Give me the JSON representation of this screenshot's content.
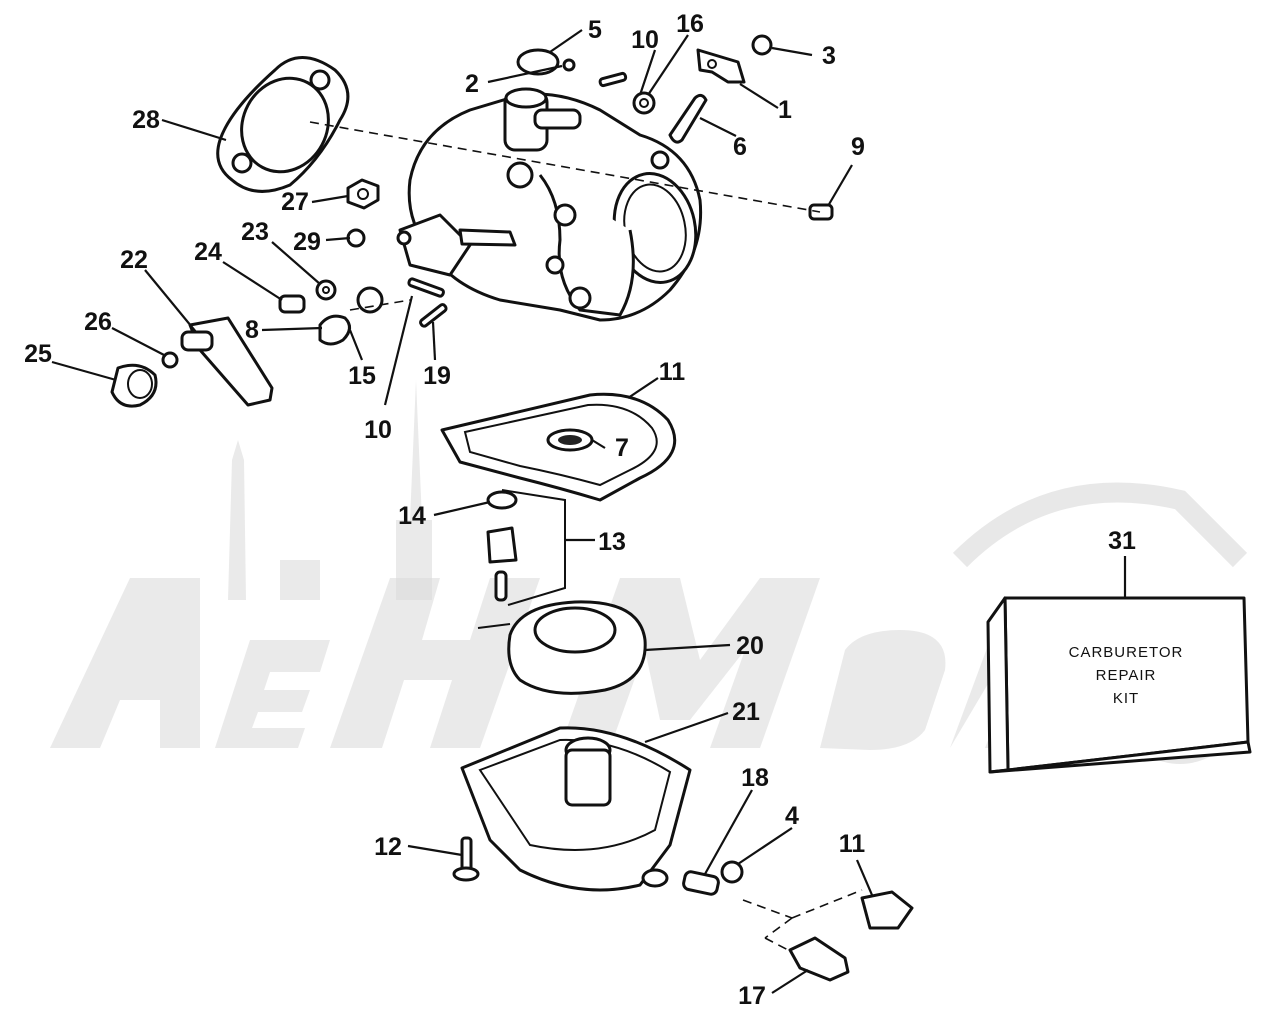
{
  "diagram": {
    "callouts": [
      {
        "id": "c1",
        "text": "1"
      },
      {
        "id": "c2",
        "text": "2"
      },
      {
        "id": "c3",
        "text": "3"
      },
      {
        "id": "c4",
        "text": "4"
      },
      {
        "id": "c5",
        "text": "5"
      },
      {
        "id": "c6",
        "text": "6"
      },
      {
        "id": "c7",
        "text": "7"
      },
      {
        "id": "c8",
        "text": "8"
      },
      {
        "id": "c9",
        "text": "9"
      },
      {
        "id": "c10a",
        "text": "10"
      },
      {
        "id": "c10b",
        "text": "10"
      },
      {
        "id": "c11",
        "text": "11"
      },
      {
        "id": "c12",
        "text": "12"
      },
      {
        "id": "c13",
        "text": "13"
      },
      {
        "id": "c14",
        "text": "14"
      },
      {
        "id": "c15",
        "text": "15"
      },
      {
        "id": "c16",
        "text": "16"
      },
      {
        "id": "c17",
        "text": "17"
      },
      {
        "id": "c18",
        "text": "18"
      },
      {
        "id": "c19",
        "text": "19"
      },
      {
        "id": "c20",
        "text": "20"
      },
      {
        "id": "c21",
        "text": "21"
      },
      {
        "id": "c22",
        "text": "22"
      },
      {
        "id": "c23",
        "text": "23"
      },
      {
        "id": "c24",
        "text": "24"
      },
      {
        "id": "c25",
        "text": "25"
      },
      {
        "id": "c26",
        "text": "26"
      },
      {
        "id": "c27",
        "text": "27"
      },
      {
        "id": "c28",
        "text": "28"
      },
      {
        "id": "c29",
        "text": "29"
      },
      {
        "id": "c30",
        "text": "30"
      },
      {
        "id": "c31",
        "text": "31"
      }
    ],
    "kit": {
      "line1": "CARBURETOR",
      "line2": "REPAIR",
      "line3": "KIT"
    },
    "watermark": {
      "text": "АвтоМото"
    },
    "colors": {
      "ink": "#111111",
      "watermark": "#d9d9d9",
      "background": "#ffffff"
    }
  }
}
